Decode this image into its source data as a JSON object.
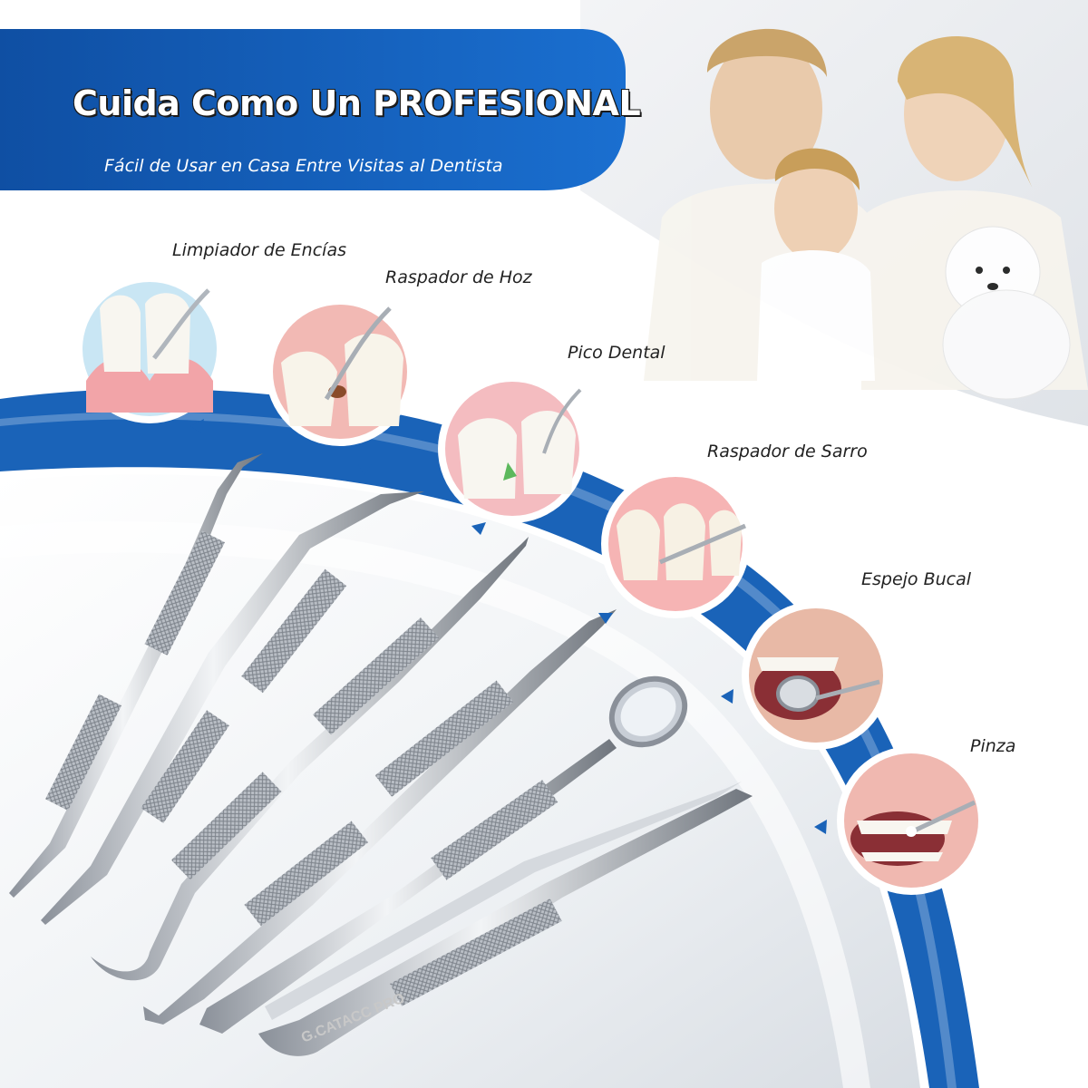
{
  "banner": {
    "title": "Cuida Como Un PROFESIONAL",
    "subtitle": "Fácil de Usar en Casa Entre Visitas al Dentista"
  },
  "tools": [
    {
      "label": "Limpiador de Encías",
      "icon": "gum-cleaner-tooth-icon"
    },
    {
      "label": "Raspador de Hoz",
      "icon": "sickle-scaler-tooth-icon"
    },
    {
      "label": "Pico Dental",
      "icon": "dental-pick-tooth-icon"
    },
    {
      "label": "Raspador de Sarro",
      "icon": "tartar-scraper-tooth-icon"
    },
    {
      "label": "Espejo Bucal",
      "icon": "mouth-mirror-icon"
    },
    {
      "label": "Pinza",
      "icon": "tweezers-icon"
    }
  ],
  "brand_text": "G.CATACC PRO",
  "colors": {
    "accent_blue": "#1a63b8",
    "banner_blue": "#1560bd",
    "steel": "#c9ced4"
  }
}
